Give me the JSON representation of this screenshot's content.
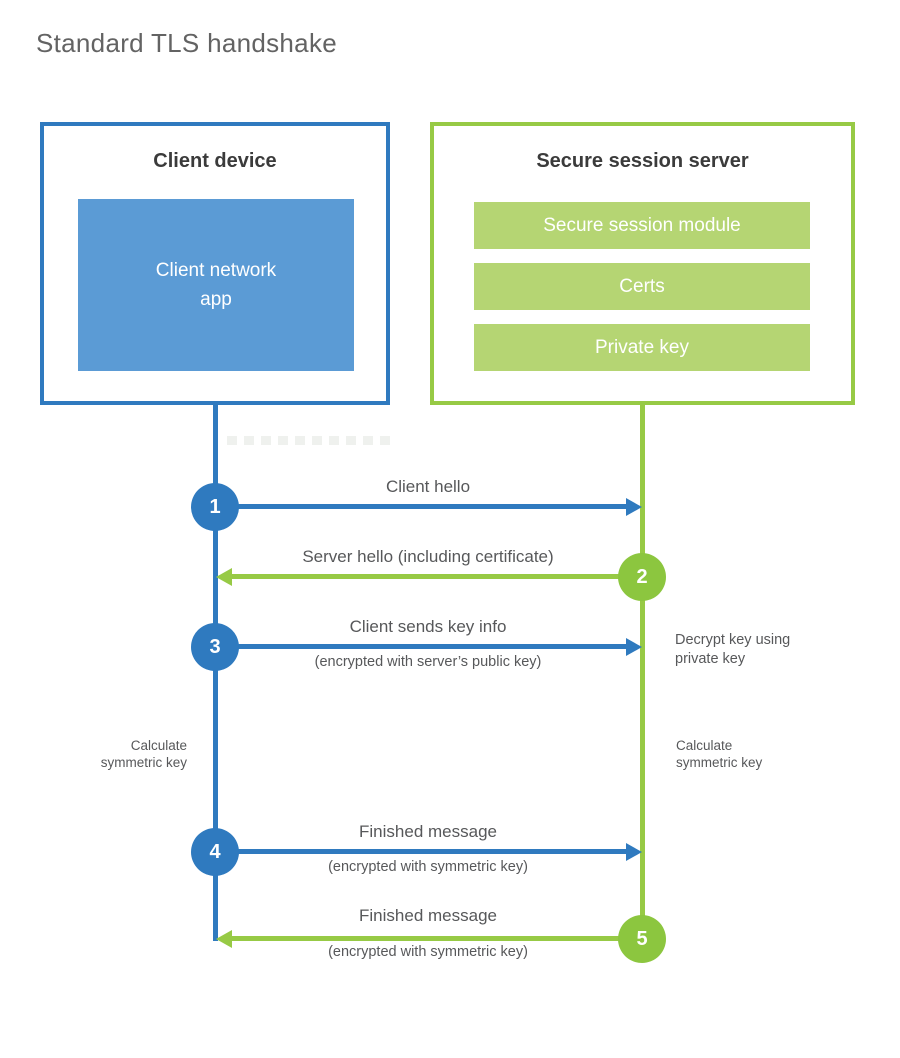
{
  "title": "Standard TLS handshake",
  "client": {
    "title": "Client device",
    "app_label": "Client network\napp"
  },
  "server": {
    "title": "Secure session server",
    "modules": [
      "Secure session module",
      "Certs",
      "Private key"
    ]
  },
  "messages": [
    {
      "num": "1",
      "label": "Client hello",
      "direction": "right"
    },
    {
      "num": "2",
      "label": "Server hello (including certificate)",
      "direction": "left"
    },
    {
      "num": "3",
      "label": "Client sends key info",
      "sublabel": "(encrypted with server’s public key)",
      "direction": "right"
    },
    {
      "num": "4",
      "label": "Finished message",
      "sublabel": "(encrypted with symmetric key)",
      "direction": "right"
    },
    {
      "num": "5",
      "label": "Finished message",
      "sublabel": "(encrypted with symmetric key)",
      "direction": "left"
    }
  ],
  "annotations": {
    "decrypt_note": "Decrypt key using\nprivate key",
    "client_calc_note": "Calculate\nsymmetric key",
    "server_calc_note": "Calculate\nsymmetric key"
  },
  "colors": {
    "blue": "#2f7abf",
    "blue_fill": "#5b9bd5",
    "green": "#97ca45",
    "green_circle": "#8cc63f",
    "green_fill": "#b5d573"
  }
}
